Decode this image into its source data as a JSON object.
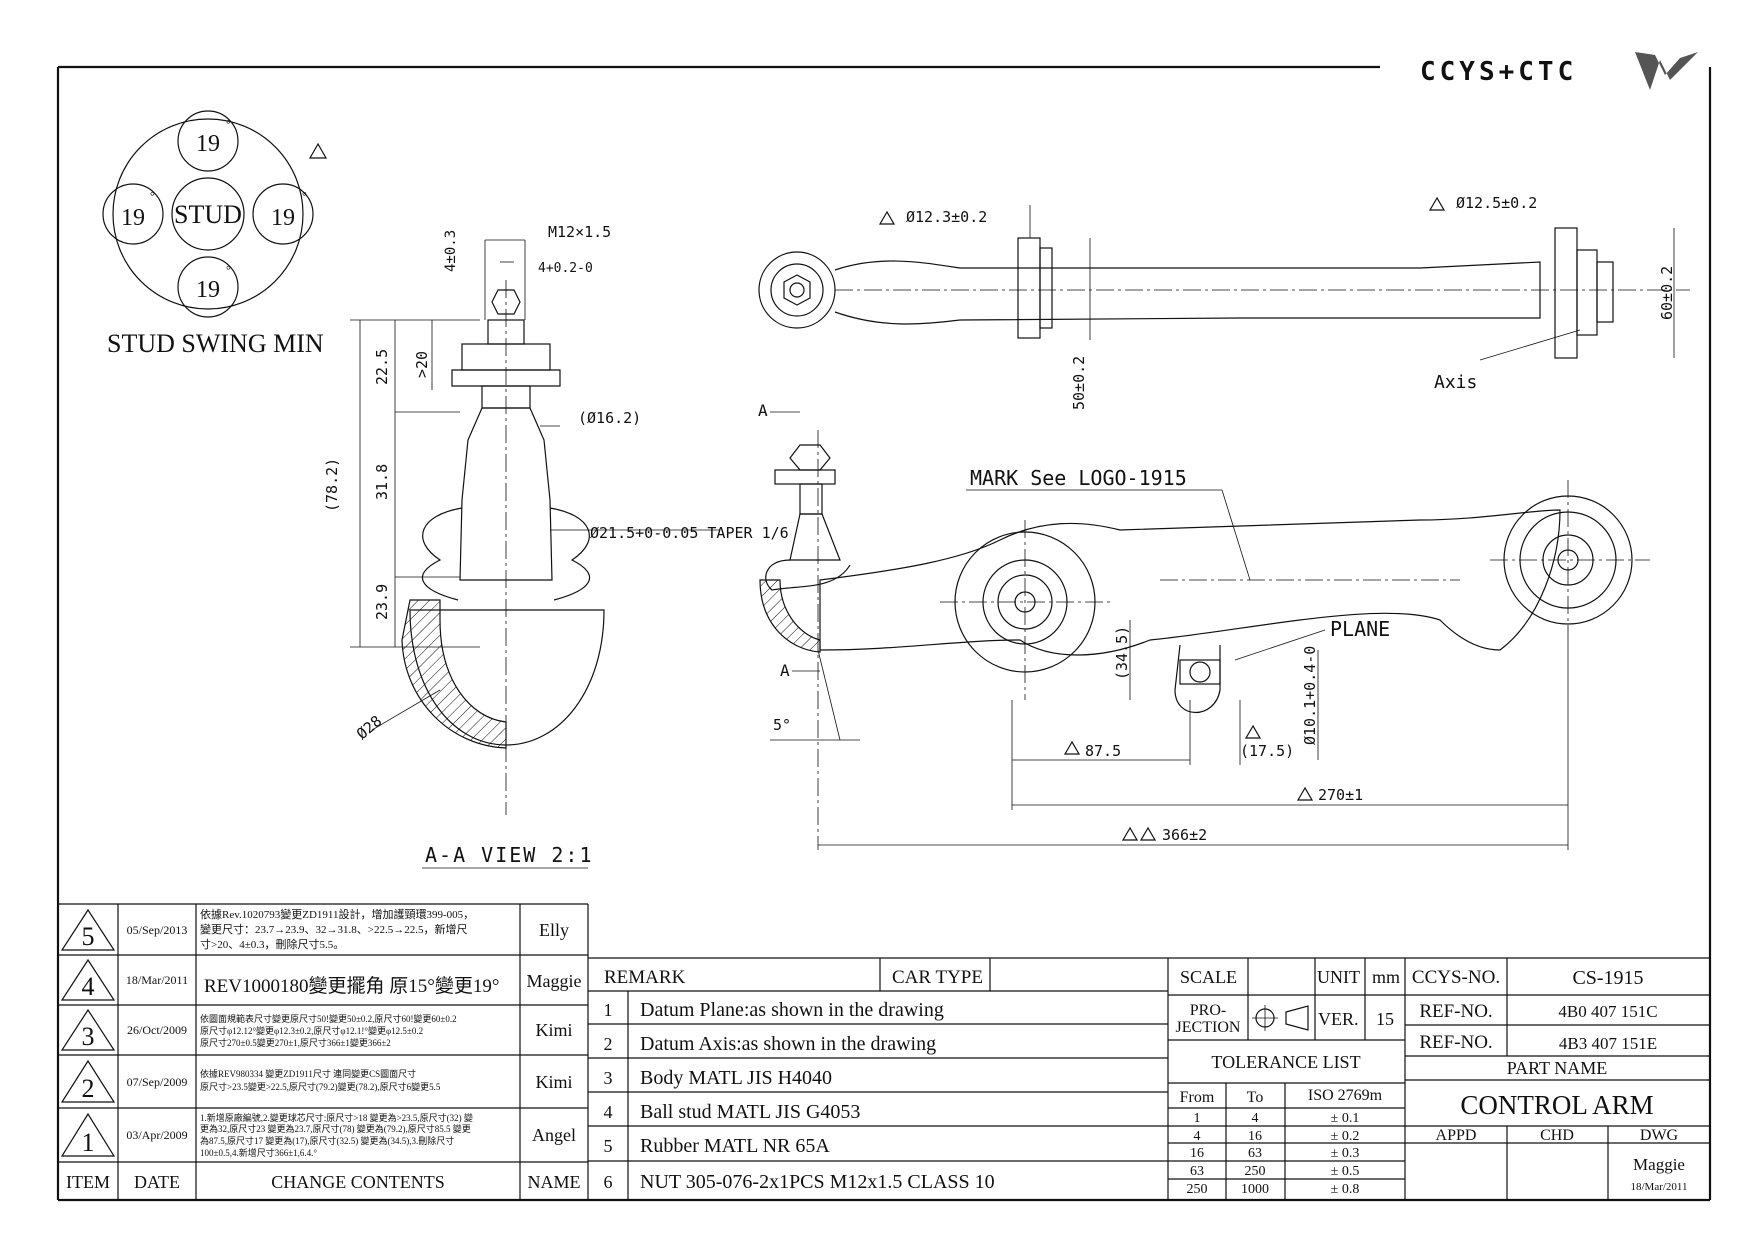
{
  "logo": {
    "text": "CCYS+CTC"
  },
  "stud_swing": {
    "title": "STUD SWING MIN",
    "center": "STUD",
    "top": "19",
    "left": "19",
    "right": "19",
    "bottom": "19",
    "deg": "°"
  },
  "labels": {
    "m12": "M12×1.5",
    "dim_4_03": "4±0.3",
    "dim_4tol": "4+0.2-0",
    "dim_225": "22.5",
    "dim_20": ">20",
    "dim_782": "(78.2)",
    "dim_318": "31.8",
    "dim_239": "23.9",
    "dim_162": "(Ø16.2)",
    "taper": "Ø21.5+0-0.05 TAPER 1/6",
    "dia28": "Ø28",
    "aa_view": "A-A VIEW 2:1",
    "dia123": "Ø12.3±0.2",
    "dia125": "Ø12.5±0.2",
    "dim_50": "50±0.2",
    "dim_60": "60±0.2",
    "axis": "Axis",
    "mark": "MARK See LOGO-1915",
    "plane": "PLANE",
    "a_top": "A",
    "a_bot": "A",
    "deg5": "5°",
    "dim_345": "(34.5)",
    "dim_875": "87.5",
    "dim_175": "(17.5)",
    "dim_101": "Ø10.1+0.4-0",
    "dim_270": "270±1",
    "dim_366": "366±2"
  },
  "revisions": [
    {
      "item": "5",
      "date": "05/Sep/2013",
      "content": [
        "依據Rev.1020793變更ZD1911設計，增加護頸環399-005，",
        "變更尺寸：23.7→23.9、32→31.8、>22.5→22.5，新增尺",
        "寸>20、4±0.3，刪除尺寸5.5。"
      ],
      "name": "Elly"
    },
    {
      "item": "4",
      "date": "18/Mar/2011",
      "content": [
        "REV1000180變更擺角 原15°變更19°"
      ],
      "name": "Maggie"
    },
    {
      "item": "3",
      "date": "26/Oct/2009",
      "content": [
        "依圖面規範表尺寸變更原尺寸50!變更50±0.2,原尺寸60!變更60±0.2",
        "原尺寸φ12.12°變更φ12.3±0.2,原尺寸φ12.1!°變更φ12.5±0.2",
        "原尺寸270±0.5變更270±1,原尺寸366±1變更366±2"
      ],
      "name": "Kimi"
    },
    {
      "item": "2",
      "date": "07/Sep/2009",
      "content": [
        "依據REV980334 變更ZD1911尺寸 連同變更CS圖面尺寸",
        "原尺寸>23.5變更>22.5,原尺寸(79.2)變更(78.2),原尺寸6變更5.5"
      ],
      "name": "Kimi"
    },
    {
      "item": "1",
      "date": "03/Apr/2009",
      "content": [
        "1.新增原廠編號,2.變更球芯尺寸:原尺寸>18 變更為>23.5,原尺寸(32) 變",
        "更為32,原尺寸23 變更為23.7,原尺寸(78) 變更為(79.2),原尺寸85.5 變更",
        "為87.5,原尺寸17 變更為(17),原尺寸(32.5) 變更為(34.5),3.刪除尺寸",
        "100±0.5,4.新增尺寸366±1,6.4.°"
      ],
      "name": "Angel"
    }
  ],
  "rev_header": {
    "item": "ITEM",
    "date": "DATE",
    "content": "CHANGE CONTENTS",
    "name": "NAME"
  },
  "remarks": {
    "header": "REMARK",
    "car_type": "CAR TYPE",
    "rows": [
      {
        "n": "1",
        "text": "Datum Plane:as shown in the drawing"
      },
      {
        "n": "2",
        "text": "Datum Axis:as shown in the drawing"
      },
      {
        "n": "3",
        "text": "Body MATL JIS H4040"
      },
      {
        "n": "4",
        "text": "Ball stud MATL JIS G4053"
      },
      {
        "n": "5",
        "text": "Rubber MATL NR 65A"
      },
      {
        "n": "6",
        "text": "NUT 305-076-2x1PCS M12x1.5 CLASS 10"
      }
    ]
  },
  "title_block": {
    "scale": "SCALE",
    "unit": "UNIT",
    "mm": "mm",
    "projection1": "PRO-",
    "projection2": "JECTION",
    "ver_label": "VER.",
    "ver": "15",
    "tolerance_title": "TOLERANCE LIST",
    "tol_from": "From",
    "tol_to": "To",
    "tol_iso": "ISO 2769m",
    "tolerances": [
      {
        "from": "1",
        "to": "4",
        "tol": "± 0.1"
      },
      {
        "from": "4",
        "to": "16",
        "tol": "± 0.2"
      },
      {
        "from": "16",
        "to": "63",
        "tol": "± 0.3"
      },
      {
        "from": "63",
        "to": "250",
        "tol": "± 0.5"
      },
      {
        "from": "250",
        "to": "1000",
        "tol": "± 0.8"
      }
    ],
    "ccys_no_label": "CCYS-NO.",
    "ccys_no": "CS-1915",
    "ref_label1": "REF-NO.",
    "ref1": "4B0 407 151C",
    "ref_label2": "REF-NO.",
    "ref2": "4B3 407 151E",
    "part_name_label": "PART NAME",
    "part_name": "CONTROL ARM",
    "appd": "APPD",
    "chd": "CHD",
    "dwg": "DWG",
    "drawn_by": "Maggie",
    "drawn_date": "18/Mar/2011"
  }
}
